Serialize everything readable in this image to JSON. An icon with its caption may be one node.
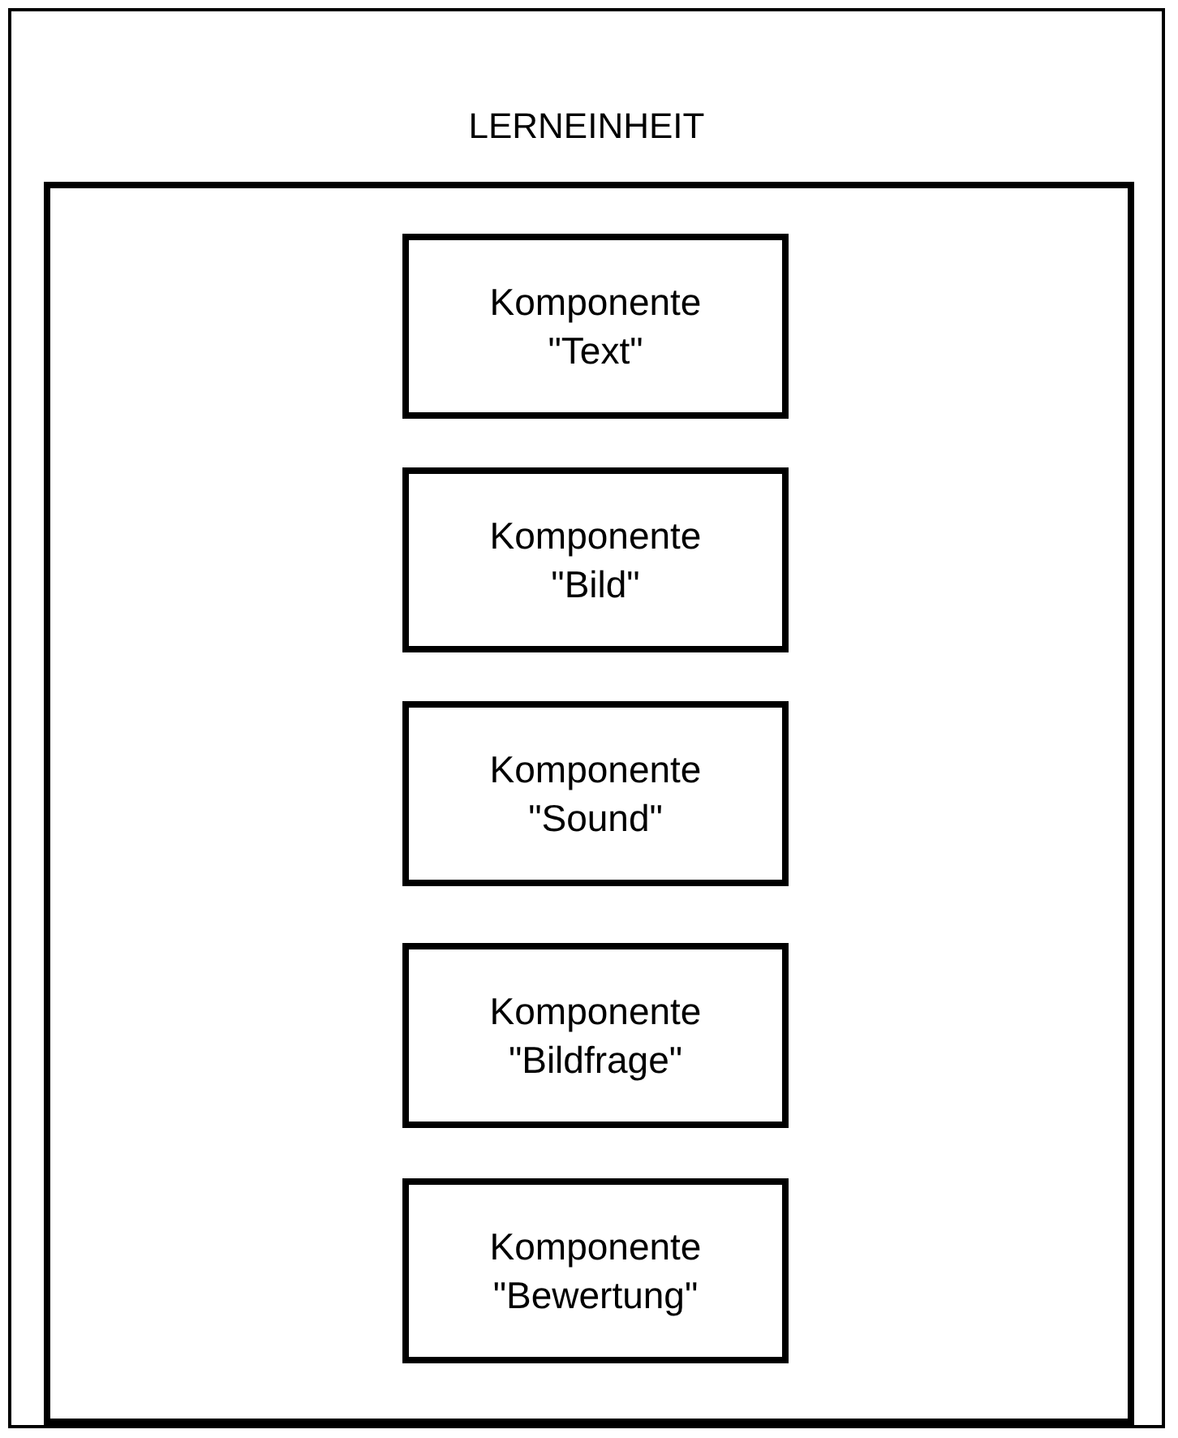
{
  "diagram": {
    "nodes": [
      {
        "text": [
          "LERNEINHEIT"
        ]
      },
      {
        "text": [],
        "shape": "box",
        "in": 0
      },
      {
        "text": [
          "Komponente \"Text\""
        ],
        "in": 1
      },
      {
        "text": [
          "Komponente \"Bild\""
        ],
        "in": 1
      },
      {
        "text": [
          "Komponente \"Sound\""
        ],
        "in": 1
      },
      {
        "text": [
          "Komponente \"Bildfrage\""
        ],
        "in": 1
      },
      {
        "text": [
          "Komponente \"Bewertung\""
        ],
        "in": 1
      }
    ]
  }
}
